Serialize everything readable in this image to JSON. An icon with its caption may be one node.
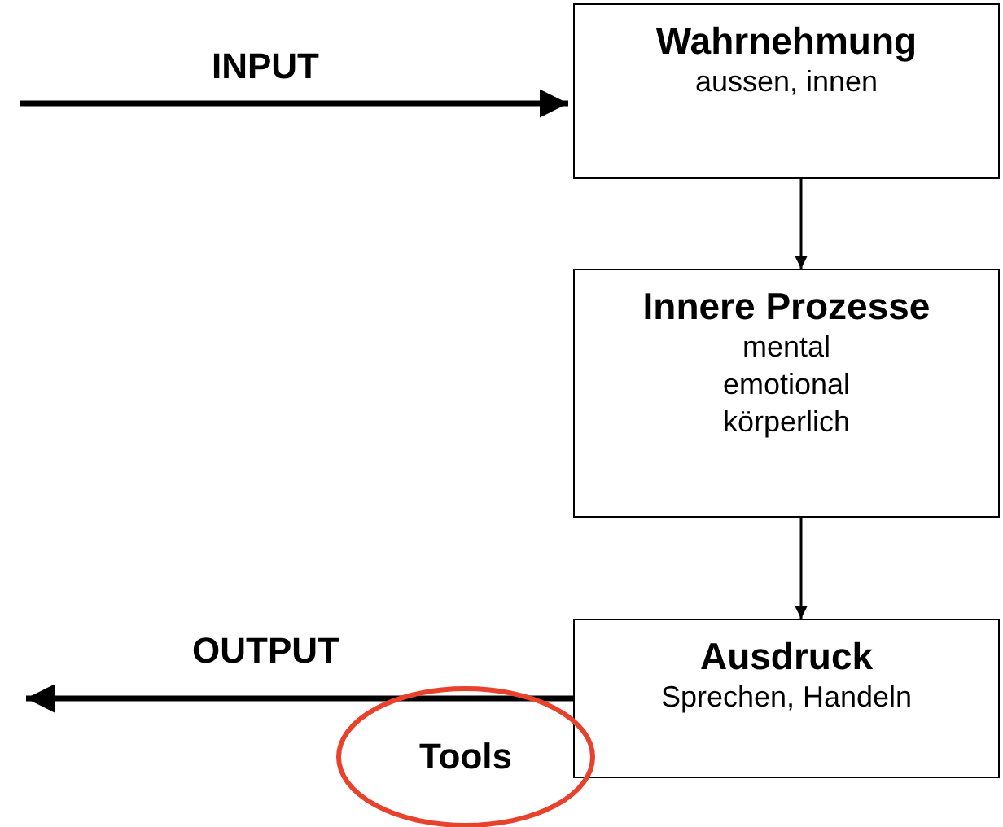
{
  "diagram": {
    "nodes": [
      {
        "text": [
          "Wahrnehmung",
          "aussen, innen"
        ]
      },
      {
        "text": [
          "Innere Prozesse",
          "mental emotional körperlich"
        ]
      },
      {
        "text": [
          "Ausdruck",
          "Sprechen, Handeln"
        ]
      },
      {
        "text": [
          "Tools"
        ]
      }
    ],
    "edges": [
      {
        "from": null,
        "to": 0,
        "arrow": "to",
        "label": "INPUT",
        "style": "thick"
      },
      {
        "from": 0,
        "to": 1,
        "arrow": "to"
      },
      {
        "from": 1,
        "to": 2,
        "arrow": "to"
      },
      {
        "from": 2,
        "to": null,
        "arrow": "to",
        "label": "OUTPUT",
        "style": "thick"
      }
    ]
  }
}
